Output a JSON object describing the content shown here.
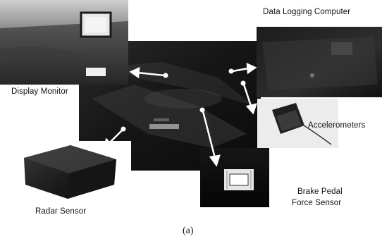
{
  "figure": {
    "caption": "(a)",
    "labels": {
      "display_monitor": "Display Monitor",
      "data_logging_computer": "Data Logging Computer",
      "accelerometers": "Accelerometers",
      "radar_sensor": "Radar Sensor",
      "brake_pedal_force_sensor_line1": "Brake Pedal",
      "brake_pedal_force_sensor_line2": "Force Sensor"
    }
  }
}
